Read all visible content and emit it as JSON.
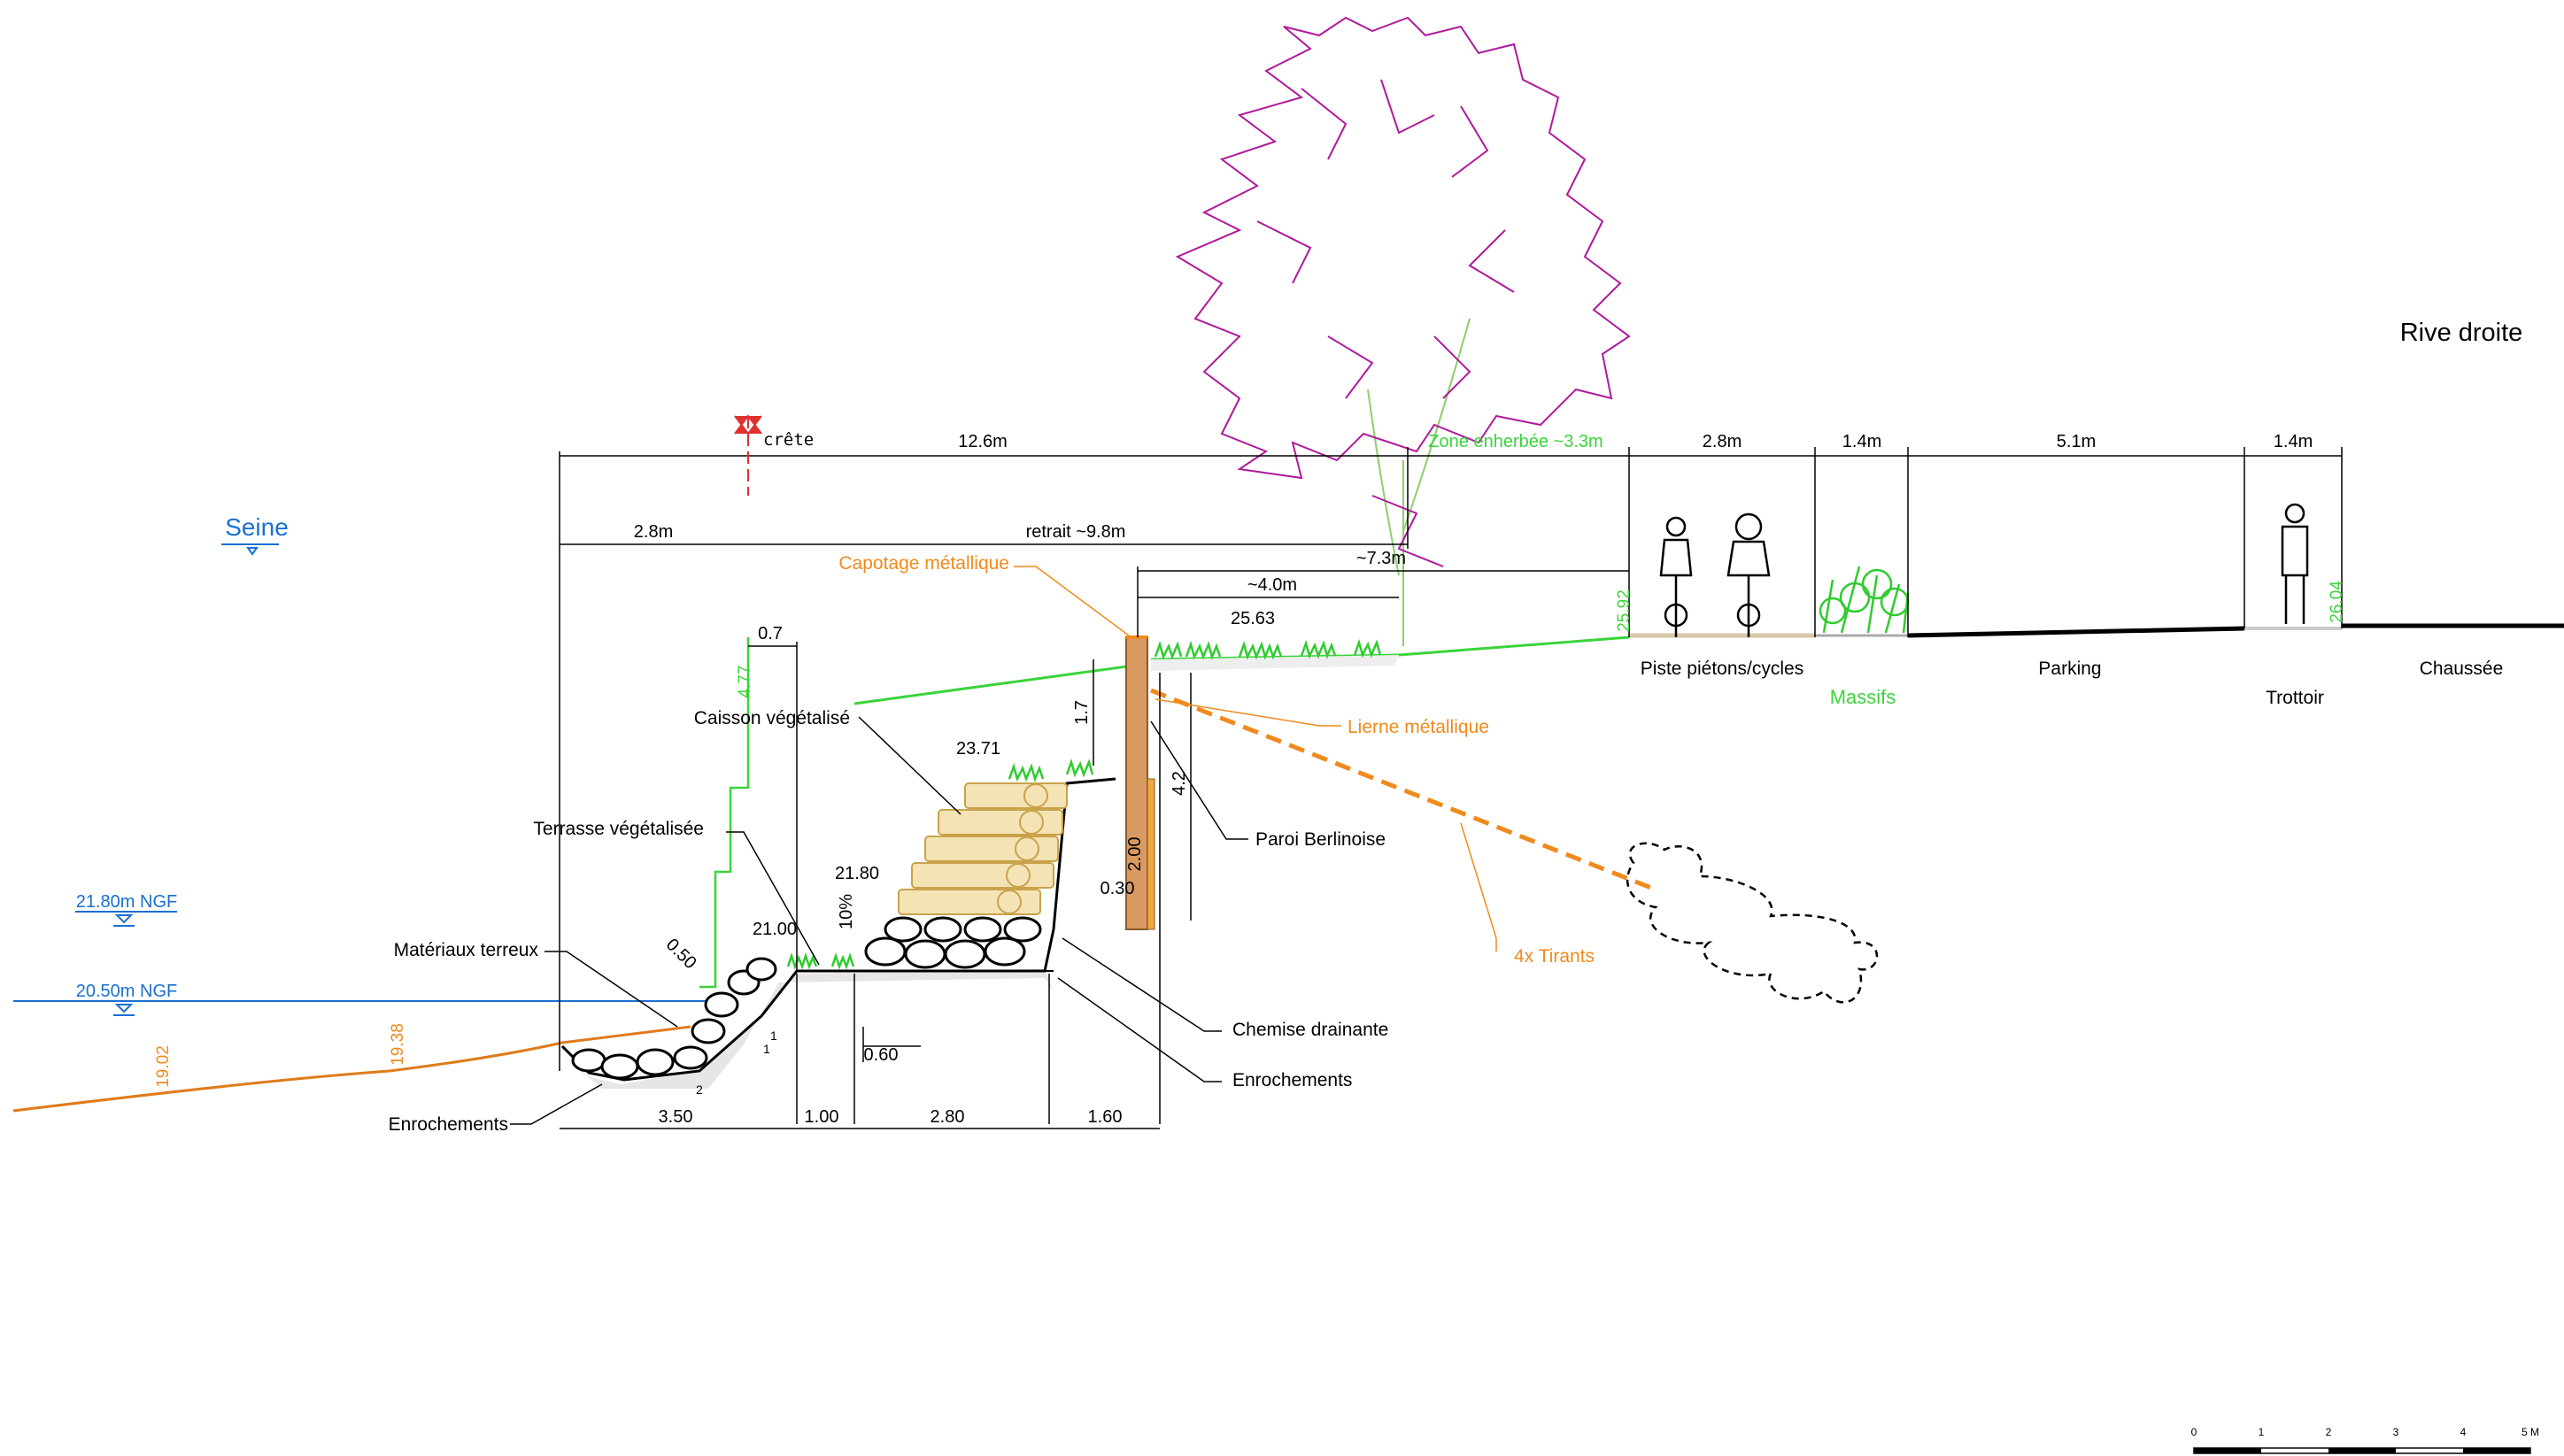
{
  "labels": {
    "seine": "Seine",
    "rive_droite": "Rive droite",
    "crete": "crête",
    "water_high": "21.80m NGF",
    "water_low": "20.50m NGF",
    "capotage": "Capotage métallique",
    "lierne": "Lierne métallique",
    "paroi": "Paroi Berlinoise",
    "tirants": "4x Tirants",
    "caisson": "Caisson végétalisé",
    "terrasse": "Terrasse végétalisée",
    "materiaux": "Matériaux terreux",
    "enrochements_left": "Enrochements",
    "enrochements_right": "Enrochements",
    "chemise": "Chemise drainante",
    "piste": "Piste piétons/cycles",
    "massifs": "Massifs",
    "parking": "Parking",
    "trottoir": "Trottoir",
    "chaussee": "Chaussée",
    "zone_enherbee": "Zone enherbée ~3.3m"
  },
  "dimensions": {
    "d_12_6": "12.6m",
    "d_2_8_top": "2.8m",
    "d_1_4_a": "1.4m",
    "d_5_1": "5.1m",
    "d_1_4_b": "1.4m",
    "d_2_8_left": "2.8m",
    "retrait": "retrait ~9.8m",
    "d_7_3": "~7.3m",
    "d_4_0": "~4.0m",
    "d_0_7": "0.7",
    "d_1_7": "1.7",
    "d_4_2": "4.2",
    "d_2_00": "2.00",
    "d_0_30": "0.30",
    "d_10pct": "10%",
    "d_0_50": "0.50",
    "d_0_60": "0.60",
    "d_3_50": "3.50",
    "d_1_00": "1.00",
    "d_2_80": "2.80",
    "d_1_60": "1.60",
    "slope_1a": "1",
    "slope_1b": "1",
    "slope_2": "2"
  },
  "levels": {
    "l_25_63": "25.63",
    "l_23_71": "23.71",
    "l_21_80": "21.80",
    "l_21_00": "21.00",
    "l_4_77": "4.77",
    "l_25_92": "25.92",
    "l_26_04": "26.04",
    "l_19_02": "19.02",
    "l_19_38": "19.38"
  },
  "scale_bar": {
    "ticks": [
      "0",
      "1",
      "2",
      "3",
      "4",
      "5 M"
    ]
  },
  "colors": {
    "orange": "#f08a1c",
    "green": "#3ad43a",
    "blue": "#1a6fd0",
    "magenta": "#b0199a"
  }
}
